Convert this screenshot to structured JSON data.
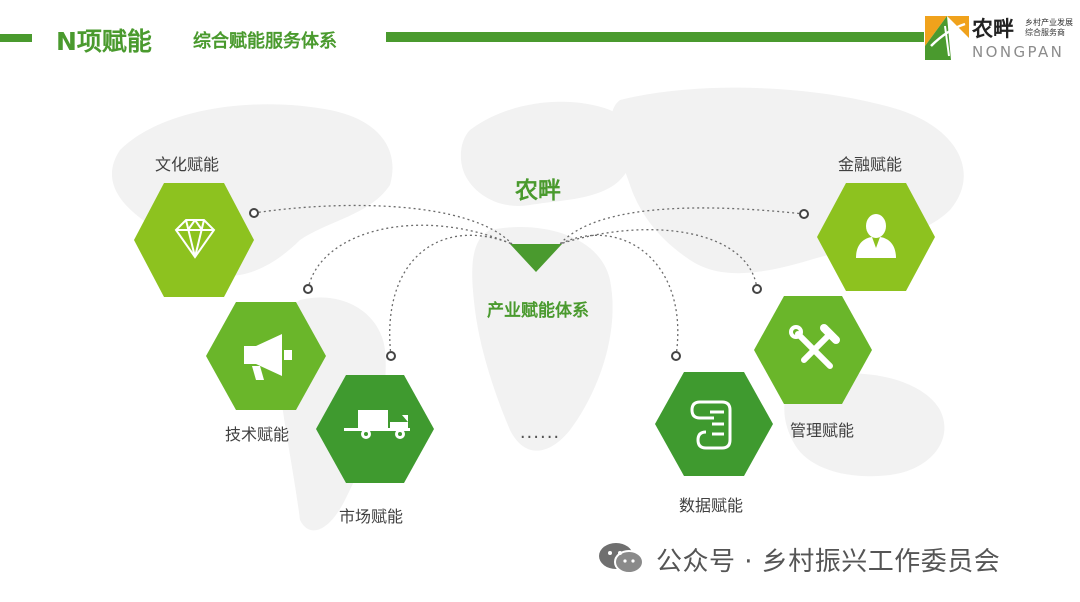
{
  "header": {
    "title": "N项赋能",
    "subtitle": "综合赋能服务体系"
  },
  "logo": {
    "name_cn": "农畔",
    "tagline_1": "乡村产业发展",
    "tagline_2": "综合服务商",
    "name_en": "NONGPAN"
  },
  "diagram": {
    "center_title": "农畔",
    "center_subtitle": "产业赋能体系",
    "ellipsis": "......",
    "nodes": [
      {
        "label": "文化赋能",
        "icon": "diamond-icon",
        "color": "#8dc21f"
      },
      {
        "label": "技术赋能",
        "icon": "megaphone-icon",
        "color": "#6ab62a"
      },
      {
        "label": "市场赋能",
        "icon": "truck-icon",
        "color": "#3f9a2f"
      },
      {
        "label": "金融赋能",
        "icon": "person-icon",
        "color": "#8dc21f"
      },
      {
        "label": "管理赋能",
        "icon": "tools-icon",
        "color": "#6ab62a"
      },
      {
        "label": "数据赋能",
        "icon": "scroll-icon",
        "color": "#3f9a2f"
      }
    ]
  },
  "watermark": {
    "text": "公众号 · 乡村振兴工作委员会",
    "icon": "wechat-icon"
  }
}
